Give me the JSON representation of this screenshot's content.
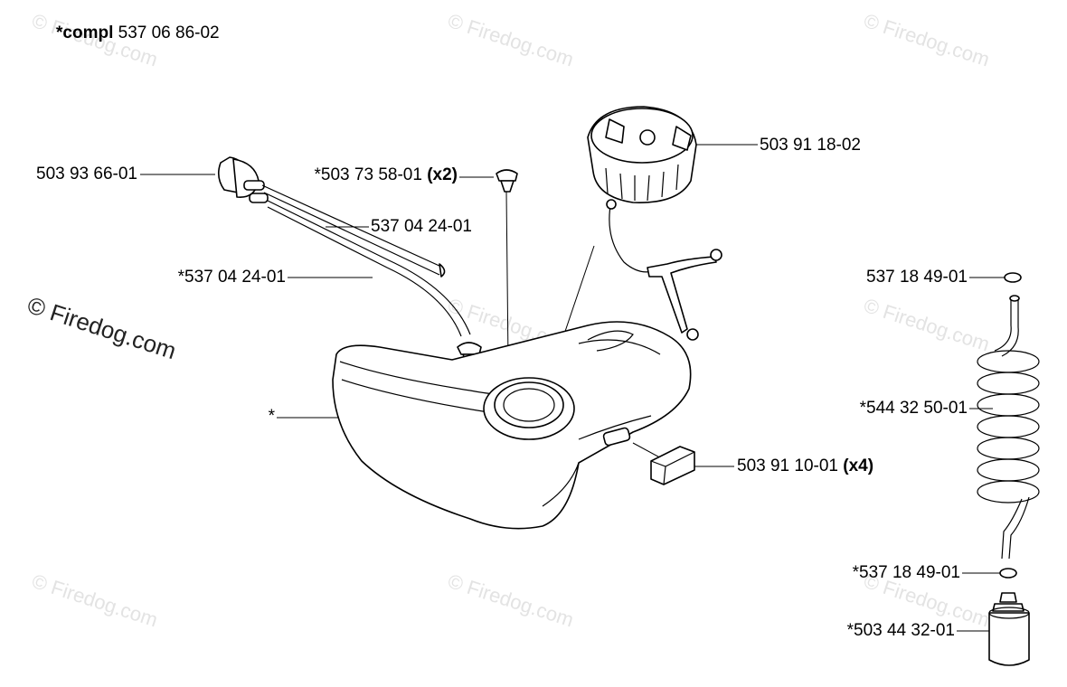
{
  "header": {
    "prefix": "*compl",
    "number": "537 06 86-02"
  },
  "labels": {
    "primer_bulb": "503 93 66-01",
    "grommet": "*503 73 58-01",
    "grommet_qty": "(x2)",
    "fuel_hose_upper": "537 04 24-01",
    "fuel_hose_lower": "*537 04 24-01",
    "fuel_cap": "503 91 18-02",
    "tank": "*",
    "rubber_mount": "503 91 10-01",
    "rubber_mount_qty": "(x4)",
    "oring_top": "537 18 49-01",
    "coil_hose": "*544 32 50-01",
    "oring_bottom": "*537 18 49-01",
    "fuel_filter": "*503 44 32-01"
  },
  "watermark": {
    "text": "© Firedog.com"
  }
}
